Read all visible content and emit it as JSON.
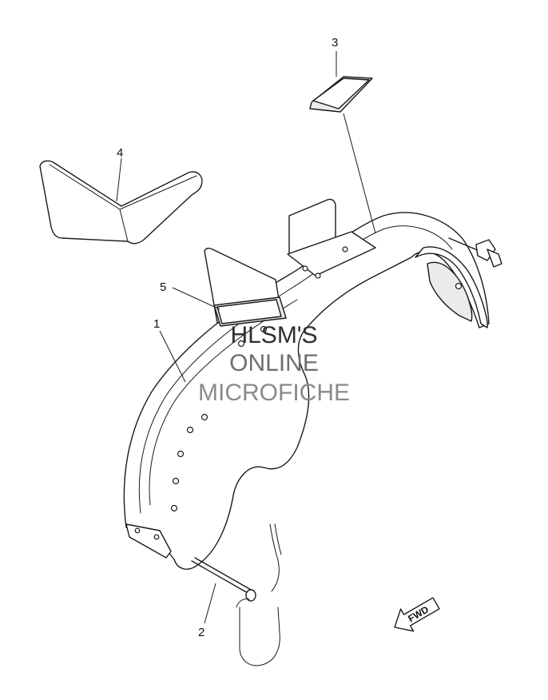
{
  "callouts": [
    {
      "number": "1"
    },
    {
      "number": "2"
    },
    {
      "number": "3"
    },
    {
      "number": "4"
    },
    {
      "number": "5"
    }
  ],
  "watermark": {
    "lines": [
      "HLSM'S",
      "ONLINE",
      "MICROFICHE"
    ]
  },
  "direction_arrow": {
    "label": "FWD"
  }
}
